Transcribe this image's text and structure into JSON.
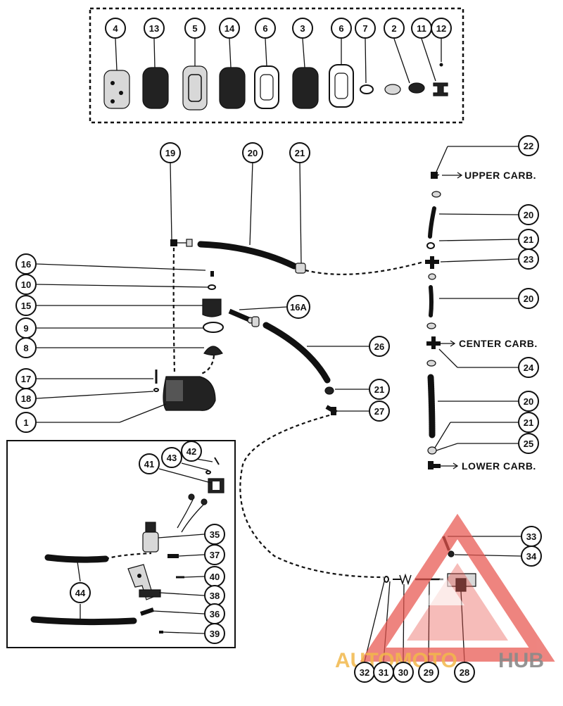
{
  "diagram": {
    "callouts": {
      "c4": "4",
      "c13": "13",
      "c5": "5",
      "c14": "14",
      "c6a": "6",
      "c3": "3",
      "c6b": "6",
      "c7": "7",
      "c2": "2",
      "c11": "11",
      "c12": "12",
      "c19": "19",
      "c20a": "20",
      "c21a": "21",
      "c22": "22",
      "c20b": "20",
      "c21b": "21",
      "c23": "23",
      "c20c": "20",
      "c24": "24",
      "c20d": "20",
      "c21d": "21",
      "c25": "25",
      "c16": "16",
      "c10": "10",
      "c15": "15",
      "c16a": "16A",
      "c9": "9",
      "c8": "8",
      "c26": "26",
      "c17": "17",
      "c18": "18",
      "c1": "1",
      "c21c": "21",
      "c27": "27",
      "c42": "42",
      "c43": "43",
      "c41": "41",
      "c35": "35",
      "c37": "37",
      "c40": "40",
      "c44": "44",
      "c38": "38",
      "c36": "36",
      "c39": "39",
      "c33": "33",
      "c34": "34",
      "c32": "32",
      "c31": "31",
      "c30": "30",
      "c29": "29",
      "c28": "28"
    },
    "labels": {
      "upper_carb": "UPPER CARB.",
      "center_carb": "CENTER CARB.",
      "lower_carb": "LOWER CARB."
    }
  },
  "watermark": {
    "text_left": "AUTOMOTO",
    "text_right": "HUB",
    "color_primary": "#e8564f",
    "color_secondary": "#8a8a8a",
    "color_accent": "#f2b84b"
  }
}
